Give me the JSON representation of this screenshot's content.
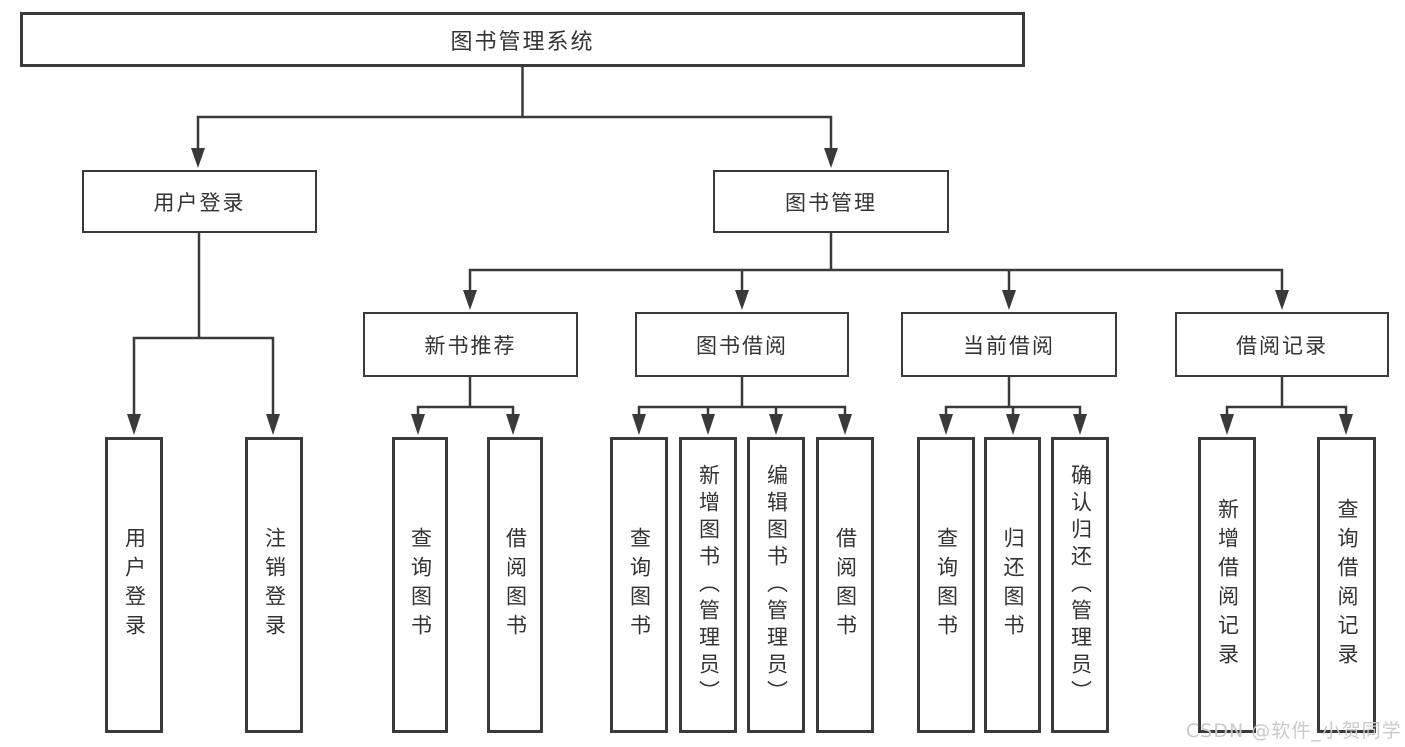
{
  "tree": {
    "label": "图书管理系统",
    "children": [
      {
        "label": "用户登录",
        "children": [
          {
            "label": "用户登录"
          },
          {
            "label": "注销登录"
          }
        ]
      },
      {
        "label": "图书管理",
        "children": [
          {
            "label": "新书推荐",
            "children": [
              {
                "label": "查询图书"
              },
              {
                "label": "借阅图书"
              }
            ]
          },
          {
            "label": "图书借阅",
            "children": [
              {
                "label": "查询图书"
              },
              {
                "label": "新增图书（管理员）"
              },
              {
                "label": "编辑图书（管理员）"
              },
              {
                "label": "借阅图书"
              }
            ]
          },
          {
            "label": "当前借阅",
            "children": [
              {
                "label": "查询图书"
              },
              {
                "label": "归还图书"
              },
              {
                "label": "确认归还（管理员）"
              }
            ]
          },
          {
            "label": "借阅记录",
            "children": [
              {
                "label": "新增借阅记录"
              },
              {
                "label": "查询借阅记录"
              }
            ]
          }
        ]
      }
    ]
  },
  "watermark": {
    "text": "CSDN @软件_小贺同学",
    "color": "#c9c9c9"
  },
  "colors": {
    "line": "#3a3a3a",
    "text": "#333333",
    "background": "#ffffff"
  }
}
